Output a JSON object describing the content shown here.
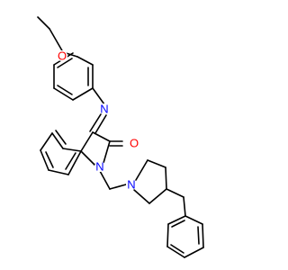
{
  "structure": {
    "colors": {
      "bond": "#000000",
      "oxygen": "#ff0000",
      "nitrogen": "#0000ff",
      "background": "#ffffff"
    },
    "atom_labels": {
      "ether_oxygen": "O",
      "imine_nitrogen": "N",
      "carbonyl_oxygen": "O",
      "indole_nitrogen": "N",
      "piperidine_nitrogen": "N"
    }
  }
}
